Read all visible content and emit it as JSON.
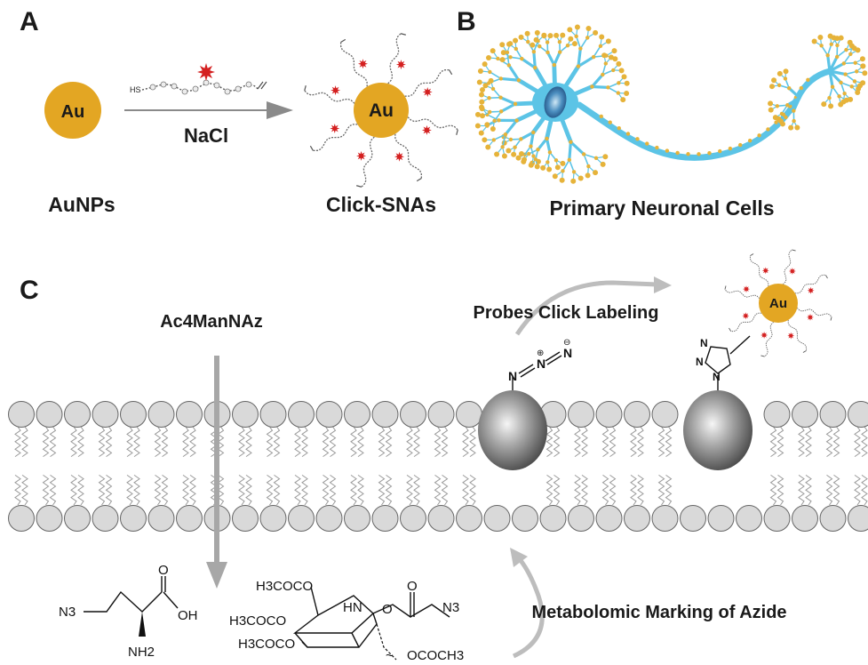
{
  "panels": {
    "a": {
      "letter": "A",
      "gold_label": "Au",
      "reagent": "NaCl",
      "left_caption": "AuNPs",
      "right_caption": "Click-SNAs",
      "strand_label": "HS",
      "gold_label_product": "Au"
    },
    "b": {
      "letter": "B",
      "caption": "Primary Neuronal Cells"
    },
    "c": {
      "letter": "C",
      "sugar_name": "Ac4ManNAz",
      "probe_label": "Probes Click Labeling",
      "metabolic_label": "Metabolomic Marking of Azide",
      "gold_label": "Au",
      "chem_labels": {
        "n3_left": "N3",
        "oh": "OH",
        "nh2": "NH2",
        "h3coco_1": "H3COCO",
        "h3coco_2": "H3COCO",
        "h3coco_3": "H3COCO",
        "hn": "HN",
        "n3_right": "N3",
        "ococh3": "OCOCH3"
      }
    }
  },
  "colors": {
    "gold": "#e3a623",
    "gold_dark": "#b97e12",
    "neuron": "#5cc4e6",
    "dendrite_tip": "#e6b33a",
    "star": "#d42020",
    "membrane_head": "#d9d9d9",
    "arrow_gray": "#a7a7a7"
  }
}
